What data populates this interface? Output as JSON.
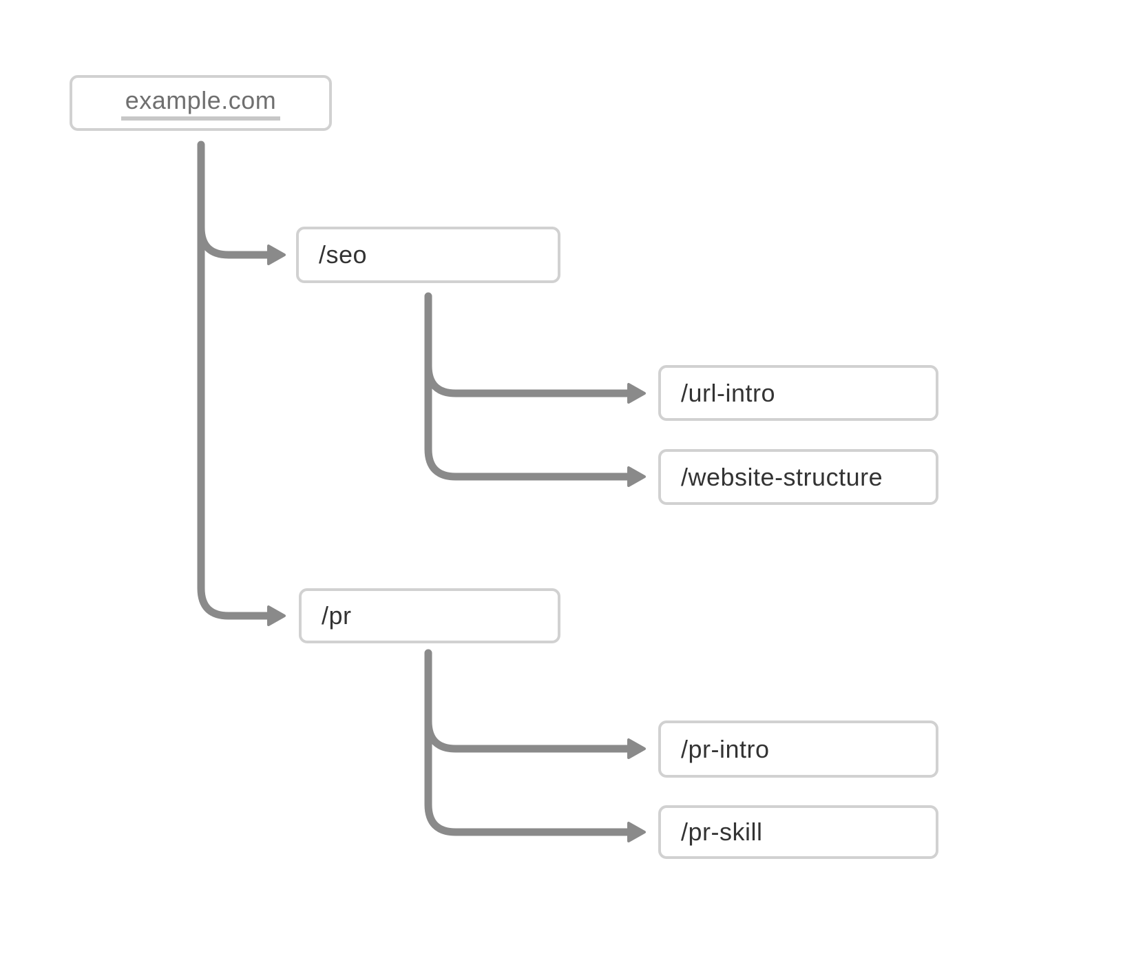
{
  "colors": {
    "background": "#ffffff",
    "box_border": "#d1d1d1",
    "connector": "#8a8a8a",
    "node_text": "#333333",
    "root_text": "#6f6f6f",
    "root_underline": "#c7c7c7"
  },
  "nodes": {
    "root": {
      "label": "example.com"
    },
    "seo": {
      "label": "/seo"
    },
    "url_intro": {
      "label": "/url-intro"
    },
    "website_structure": {
      "label": "/website-structure"
    },
    "pr": {
      "label": "/pr"
    },
    "pr_intro": {
      "label": "/pr-intro"
    },
    "pr_skill": {
      "label": "/pr-skill"
    }
  },
  "hierarchy": {
    "example.com": {
      "/seo": [
        "/url-intro",
        "/website-structure"
      ],
      "/pr": [
        "/pr-intro",
        "/pr-skill"
      ]
    }
  }
}
